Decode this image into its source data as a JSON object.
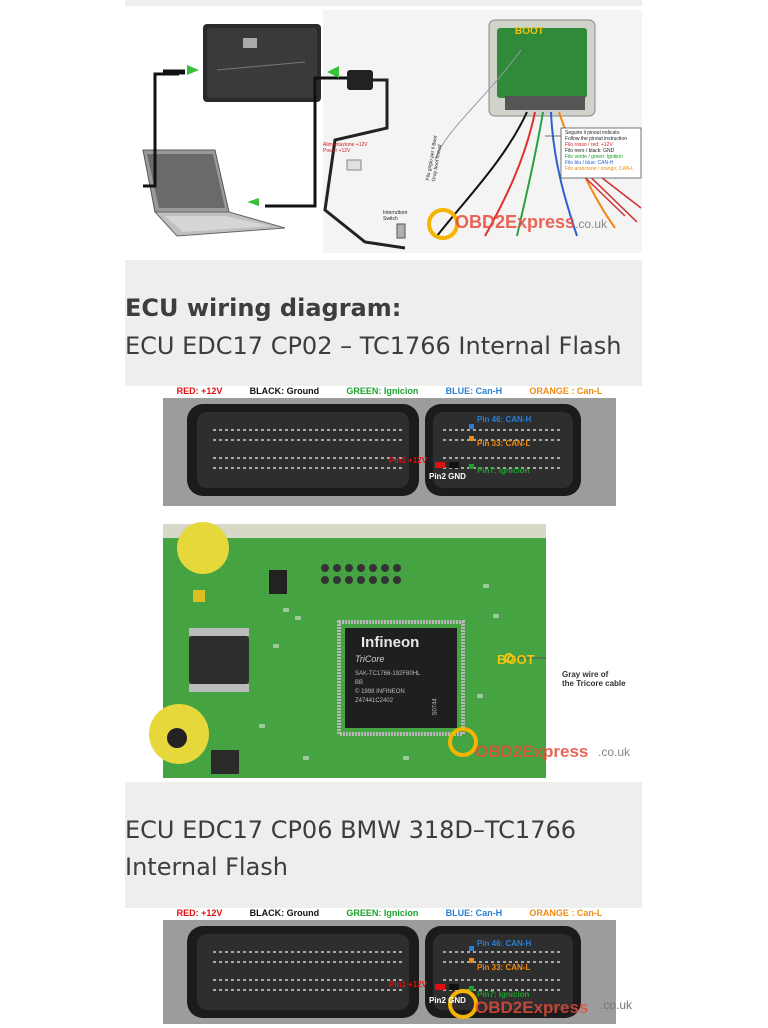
{
  "section1": {
    "wiring": {
      "boot_label": "BOOT",
      "power_label_it": "Alimentazione +12V",
      "power_label_en": "Power +12V",
      "switch_label_it": "Interruttore",
      "switch_label_en": "Switch",
      "gray_wire_it": "Filo grigio per il Boot",
      "gray_wire_en": "Gray boot thread",
      "pinout_notes": [
        "Seguire il pinout indicato",
        "Follow the pinout instruction",
        "Filo rosso / red: +12V",
        "Filo nero / black: GND",
        "Filo verde / green: Ignition",
        "Filo blu / blue: CAN-H",
        "Filo arancione / orange: CAN-L"
      ],
      "watermark_main": "OBD2Express",
      "watermark_suffix": ".co.uk"
    }
  },
  "section2": {
    "heading_bold": "ECU wiring diagram:",
    "heading": "ECU EDC17 CP02 – TC1766 Internal Flash",
    "legend": [
      {
        "text": "RED: +12V",
        "color": "#e01010"
      },
      {
        "text": "BLACK: Ground",
        "color": "#111111"
      },
      {
        "text": "GREEN: Ignicion",
        "color": "#1aa32a"
      },
      {
        "text": "BLUE: Can-H",
        "color": "#2a7fd4"
      },
      {
        "text": "ORANGE : Can-L",
        "color": "#f08a12"
      }
    ],
    "pins": {
      "can_h": "Pin 46: CAN-H",
      "can_l": "Pin 33: CAN-L",
      "ignition": "Pin7: Ignicion",
      "gnd": "Pin2 GND",
      "power": "Pin1 +12V"
    },
    "board": {
      "chip_brand": "Infineon",
      "chip_sub": "TriCore",
      "chip_lines": [
        "SAK-TC1766-192F80HL",
        "BB",
        "© 1998 INFINEON",
        "Z47441C2402"
      ],
      "chip_code": "S0744",
      "boot_label": "BOOT",
      "gray_wire_1": "Gray wire of",
      "gray_wire_2": "the Tricore cable",
      "watermark_main": "OBD2Express",
      "watermark_suffix": ".co.uk"
    }
  },
  "section3": {
    "heading_line1": "ECU EDC17 CP06 BMW 318D–TC1766",
    "heading_line2": "Internal Flash",
    "legend": [
      {
        "text": "RED: +12V",
        "color": "#e01010"
      },
      {
        "text": "BLACK: Ground",
        "color": "#111111"
      },
      {
        "text": "GREEN: Ignicion",
        "color": "#1aa32a"
      },
      {
        "text": "BLUE: Can-H",
        "color": "#2a7fd4"
      },
      {
        "text": "ORANGE : Can-L",
        "color": "#f08a12"
      }
    ],
    "pins": {
      "can_h": "Pin 46: CAN-H",
      "can_l": "Pin 33: CAN-L",
      "ignition": "Pin7: Ignicion",
      "gnd": "Pin2 GND",
      "power": "Pin1 +12V"
    },
    "watermark_main": "OBD2Express",
    "watermark_suffix": ".co.uk"
  }
}
